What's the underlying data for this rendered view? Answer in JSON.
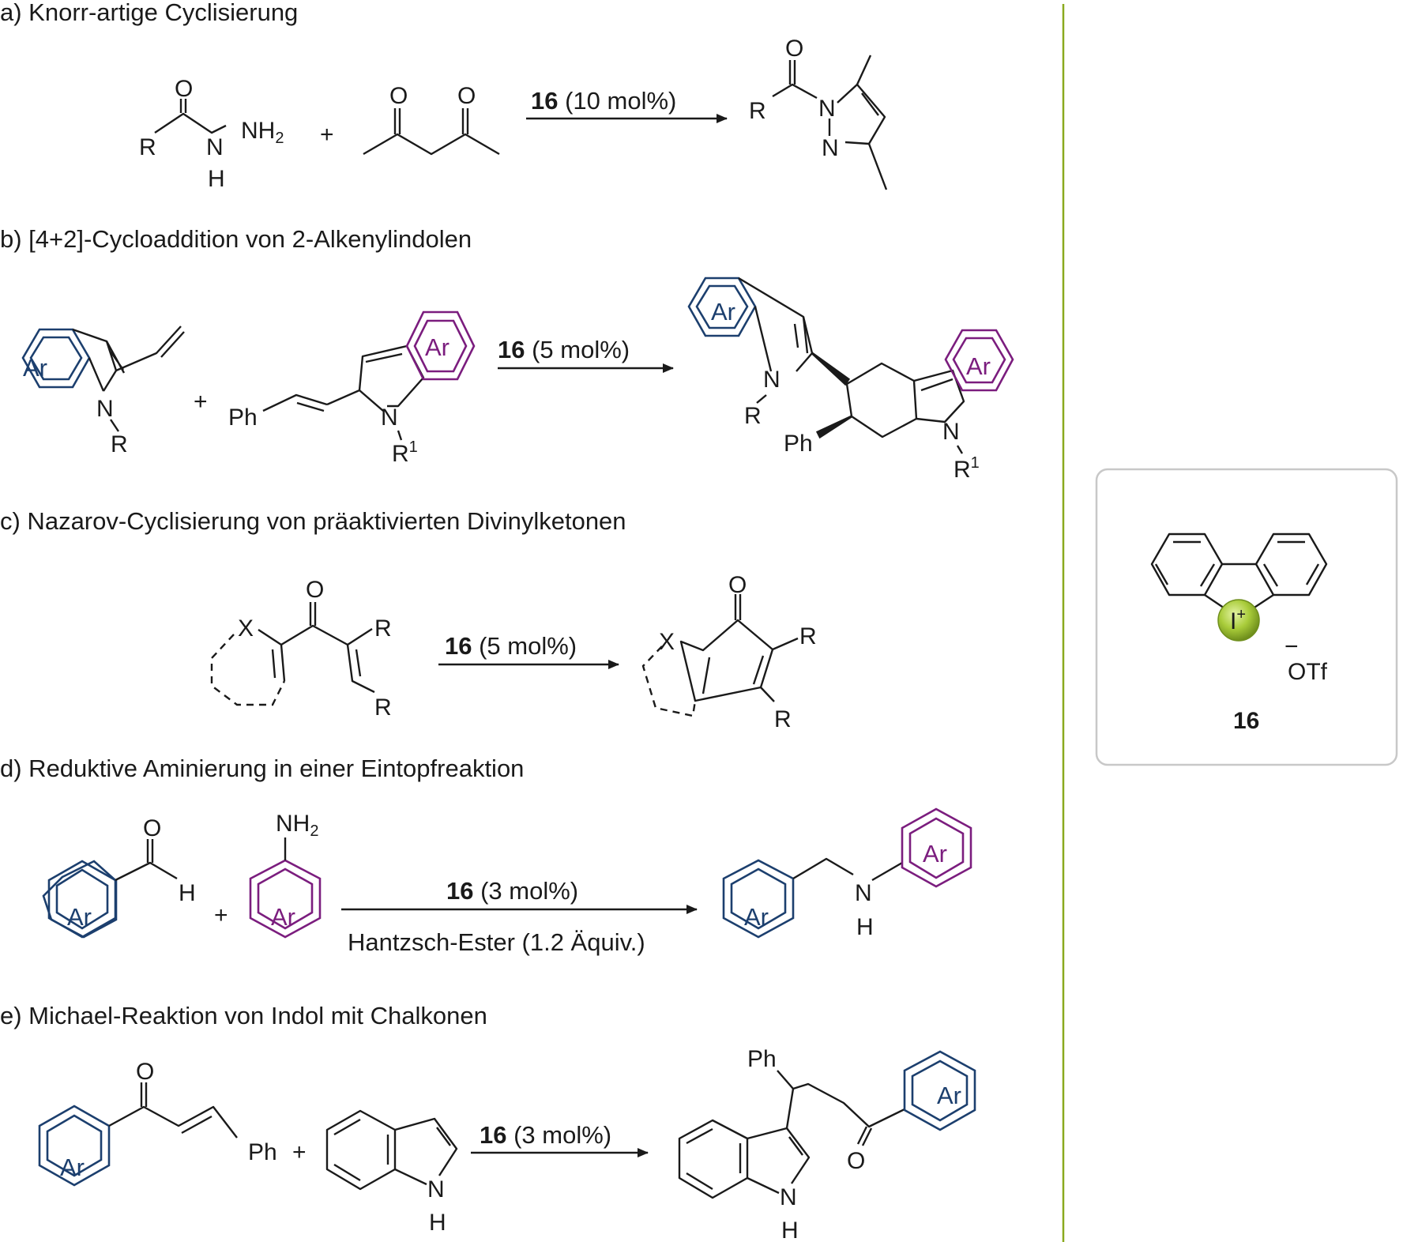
{
  "sections": [
    {
      "id": "a",
      "title": "a) Knorr-artige Cyclisierung",
      "catalyst": "16",
      "conditions": "(10 mol%)"
    },
    {
      "id": "b",
      "title": "b) [4+2]-Cycloaddition von 2-Alkenylindolen",
      "catalyst": "16",
      "conditions": "(5 mol%)"
    },
    {
      "id": "c",
      "title": "c) Nazarov-Cyclisierung von präaktivierten Divinylketonen",
      "catalyst": "16",
      "conditions": "(5 mol%)"
    },
    {
      "id": "d",
      "title": "d) Reduktive Aminierung in einer Eintopfreaktion",
      "catalyst": "16",
      "conditions": "(3 mol%)",
      "extra": "Hantzsch-Ester (1.2 Äquiv.)"
    },
    {
      "id": "e",
      "title": "e) Michael-Reaktion von Indol mit Chalkonen",
      "catalyst": "16",
      "conditions": "(3 mol%)"
    }
  ],
  "atoms": {
    "O": "O",
    "N": "N",
    "H": "H",
    "NH2": "NH",
    "two": "2",
    "R": "R",
    "R1": "R",
    "one": "1",
    "Ar": "Ar",
    "Ph": "Ph",
    "X": "X",
    "plus": "+",
    "I": "I",
    "Iplus": "+",
    "minus": "−",
    "OTf": "OTf"
  },
  "catalyst_box": {
    "label": "16"
  },
  "colors": {
    "aryl_blue": "#1c3f6e",
    "aryl_purple": "#7b1d7e",
    "divider": "#8aaa1e",
    "iodine_ball": "#a9cc3a"
  }
}
